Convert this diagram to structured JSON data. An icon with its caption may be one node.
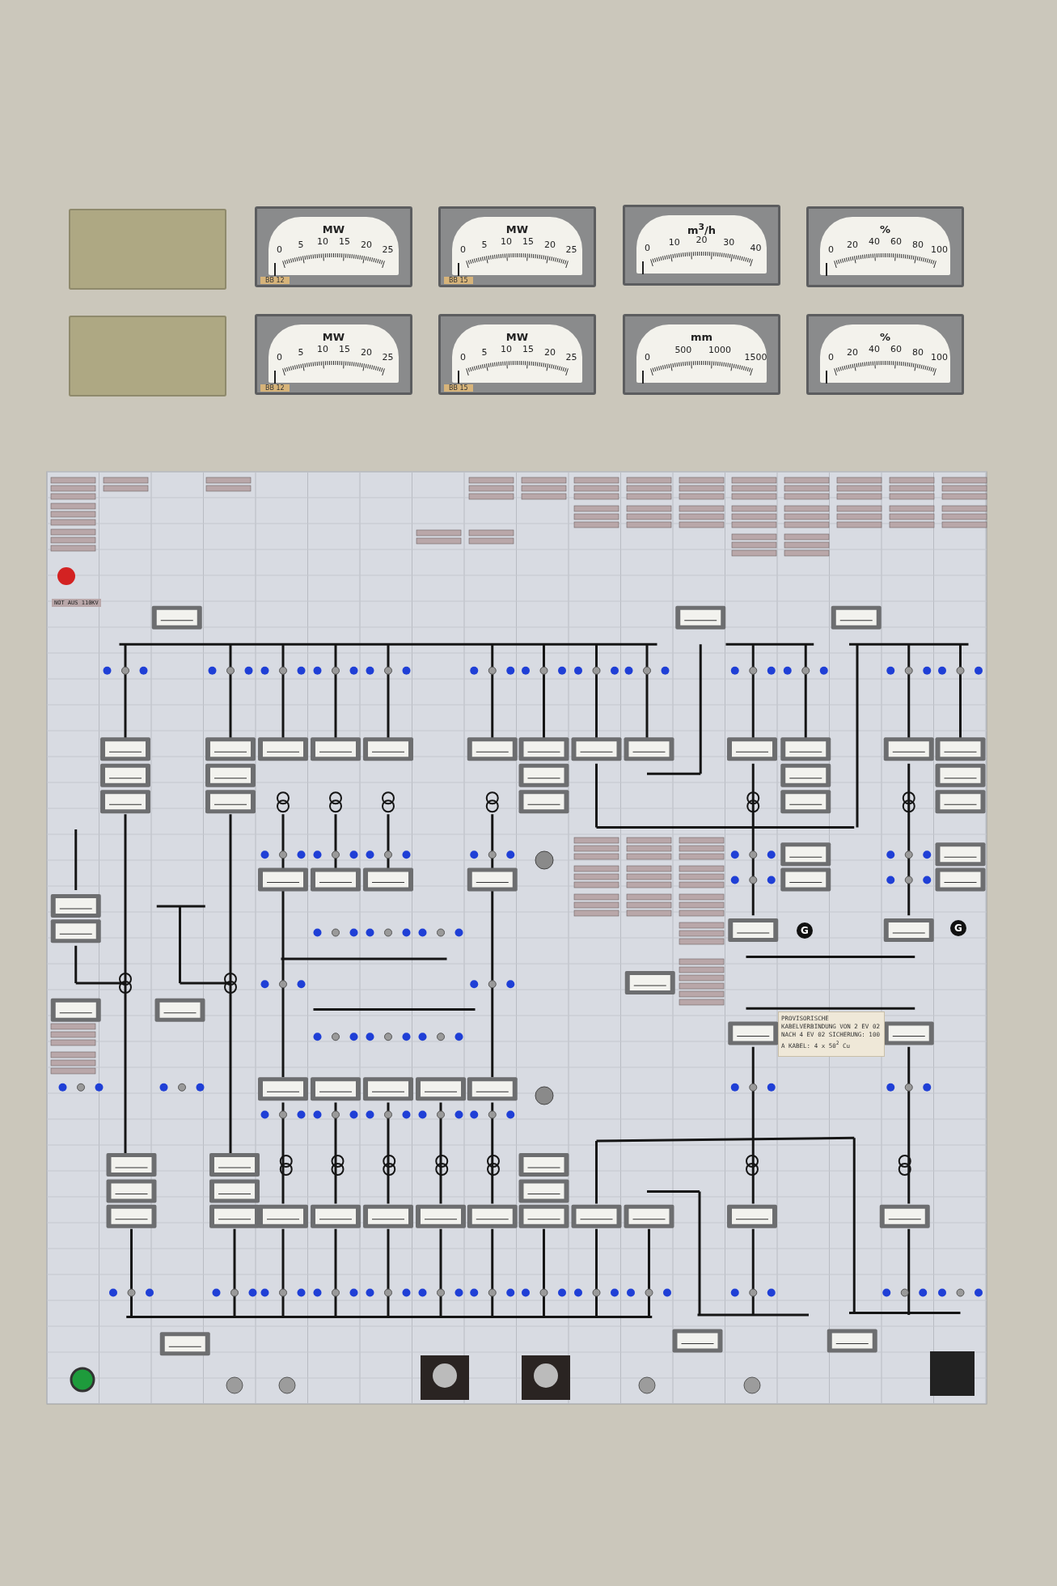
{
  "diagram": {
    "nodes": [
      {
        "text": [],
        "shape": "box"
      },
      {
        "text": [
          "MW",
          "0",
          "5",
          "10",
          "15",
          "20",
          "25",
          "BB 12"
        ]
      },
      {
        "text": [
          "MW",
          "0",
          "5",
          "10",
          "15",
          "20",
          "25",
          "BB 15"
        ]
      },
      {
        "text": [
          "m$^{3}$/h",
          "0",
          "10",
          "20",
          "30",
          "40"
        ]
      },
      {
        "text": [
          "%",
          "0",
          "20",
          "40",
          "60",
          "80",
          "100"
        ]
      },
      {
        "text": [],
        "shape": "box"
      },
      {
        "text": [
          "MW",
          "0",
          "5",
          "10",
          "15",
          "20",
          "25",
          "BB 12"
        ]
      },
      {
        "text": [
          "MW",
          "0",
          "5",
          "10",
          "15",
          "20",
          "25",
          "BB 15"
        ]
      },
      {
        "text": [
          "mm",
          "0",
          "500",
          "1000",
          "1500"
        ]
      },
      {
        "text": [
          "%",
          "0",
          "20",
          "40",
          "60",
          "80",
          "100"
        ]
      },
      {
        "text": [
          "G"
        ]
      },
      {
        "text": [
          "G"
        ]
      },
      {
        "text": [
          "PROVISORISCHE KABELVERBINDUNG VON 2 EV 02 NACH 4 EV 02 SICHERUNG: 100 A KABEL: 4 x 50$^{2}$ Cu"
        ]
      }
    ],
    "edges": [],
    "labels": [
      "NOT AUS 110KV"
    ]
  }
}
